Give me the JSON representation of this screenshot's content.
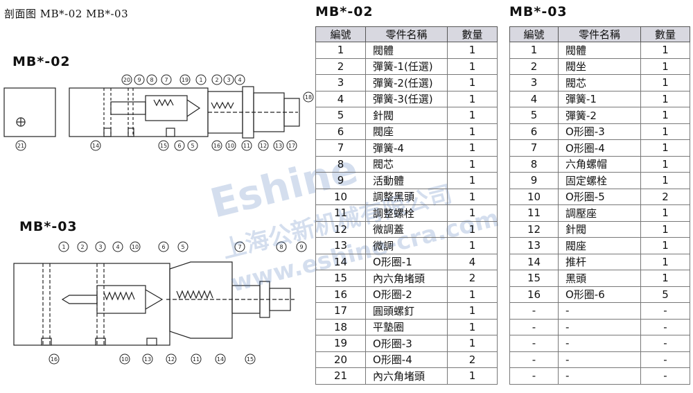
{
  "page_title": "剖面图 MB*-02 MB*-03",
  "drawing_02": {
    "label": "MB*-02",
    "callouts": [
      "20",
      "9",
      "8",
      "7",
      "19",
      "1",
      "2",
      "3",
      "4",
      "18",
      "21",
      "14",
      "15",
      "6",
      "5",
      "16",
      "10",
      "11",
      "12",
      "13",
      "17"
    ]
  },
  "drawing_03": {
    "label": "MB*-03",
    "callouts": [
      "1",
      "2",
      "3",
      "4",
      "10",
      "6",
      "5",
      "7",
      "8",
      "9",
      "16",
      "10",
      "13",
      "12",
      "11",
      "14",
      "15"
    ]
  },
  "table_02": {
    "title": "MB*-02",
    "headers": [
      "編號",
      "零件名稱",
      "數量"
    ],
    "rows": [
      [
        "1",
        "閥體",
        "1"
      ],
      [
        "2",
        "彈簧-1(任選)",
        "1"
      ],
      [
        "3",
        "彈簧-2(任選)",
        "1"
      ],
      [
        "4",
        "彈簧-3(任選)",
        "1"
      ],
      [
        "5",
        "針閥",
        "1"
      ],
      [
        "6",
        "閥座",
        "1"
      ],
      [
        "7",
        "彈簧-4",
        "1"
      ],
      [
        "8",
        "閥芯",
        "1"
      ],
      [
        "9",
        "活動體",
        "1"
      ],
      [
        "10",
        "調整黑頭",
        "1"
      ],
      [
        "11",
        "調整螺栓",
        "1"
      ],
      [
        "12",
        "微調蓋",
        "1"
      ],
      [
        "13",
        "微調",
        "1"
      ],
      [
        "14",
        "O形圈-1",
        "4"
      ],
      [
        "15",
        "內六角堵頭",
        "2"
      ],
      [
        "16",
        "O形圈-2",
        "1"
      ],
      [
        "17",
        "圓頭螺釘",
        "1"
      ],
      [
        "18",
        "平墊圈",
        "1"
      ],
      [
        "19",
        "O形圈-3",
        "1"
      ],
      [
        "20",
        "O形圈-4",
        "2"
      ],
      [
        "21",
        "內六角堵頭",
        "1"
      ]
    ]
  },
  "table_03": {
    "title": "MB*-03",
    "headers": [
      "編號",
      "零件名稱",
      "數量"
    ],
    "rows": [
      [
        "1",
        "閥體",
        "1"
      ],
      [
        "2",
        "閥坐",
        "1"
      ],
      [
        "3",
        "閥芯",
        "1"
      ],
      [
        "4",
        "彈簧-1",
        "1"
      ],
      [
        "5",
        "彈簧-2",
        "1"
      ],
      [
        "6",
        "O形圈-3",
        "1"
      ],
      [
        "7",
        "O形圈-4",
        "1"
      ],
      [
        "8",
        "六角螺帽",
        "1"
      ],
      [
        "9",
        "固定螺栓",
        "1"
      ],
      [
        "10",
        "O形圈-5",
        "2"
      ],
      [
        "11",
        "調壓座",
        "1"
      ],
      [
        "12",
        "針閥",
        "1"
      ],
      [
        "13",
        "閥座",
        "1"
      ],
      [
        "14",
        "推杆",
        "1"
      ],
      [
        "15",
        "黑頭",
        "1"
      ],
      [
        "16",
        "O形圈-6",
        "5"
      ],
      [
        "-",
        "-",
        "-"
      ],
      [
        "-",
        "-",
        "-"
      ],
      [
        "-",
        "-",
        "-"
      ],
      [
        "-",
        "-",
        "-"
      ],
      [
        "-",
        "-",
        "-"
      ]
    ]
  },
  "watermark": {
    "brand": "Eshine",
    "company": "上海公新机械有限公司",
    "url": "www.eshine-cra.com"
  },
  "colors": {
    "header_bg": "#d8d8e0",
    "watermark": "#3f6fb5"
  }
}
